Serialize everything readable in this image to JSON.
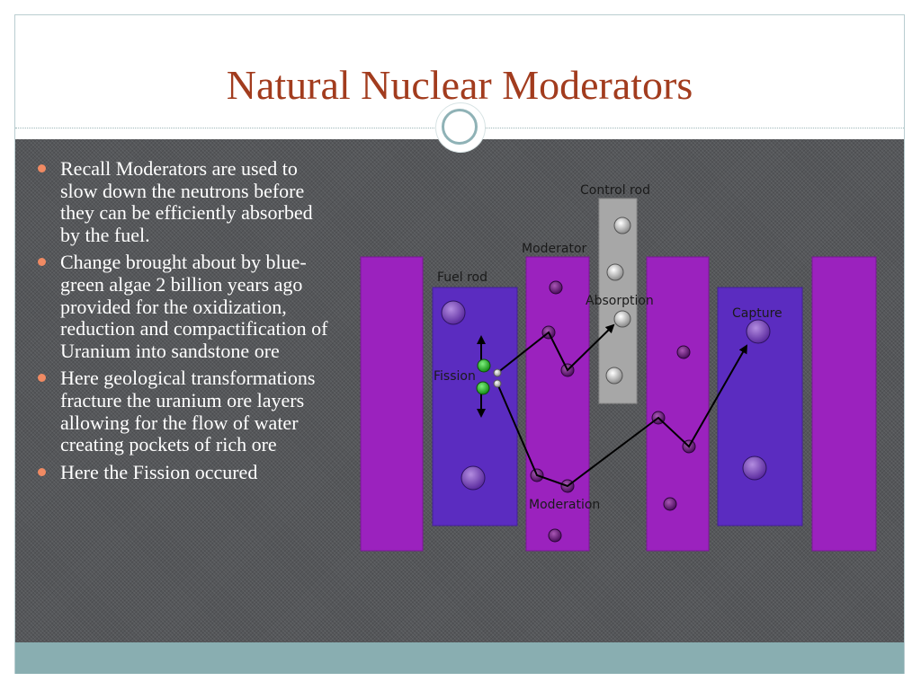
{
  "slide": {
    "title": "Natural Nuclear Moderators",
    "bullets": [
      "Recall Moderators are used to slow down the neutrons before they can be efficiently absorbed by the fuel.",
      "Change brought about by blue-green algae 2 billion years ago provided for the oxidization, reduction and compactification of Uranium into sandstone ore",
      "Here geological transformations fracture the uranium ore layers allowing for the flow of water creating pockets of rich ore",
      "Here the Fission occured"
    ]
  },
  "diagram": {
    "labels": {
      "control_rod": "Control rod",
      "moderator": "Moderator",
      "fuel_rod": "Fuel rod",
      "absorption": "Absorption",
      "capture": "Capture",
      "fission": "Fission",
      "moderation": "Moderation"
    },
    "colors": {
      "moderator": "#9b22be",
      "fuel": "#5b2cc0",
      "control_rod": "#a7a7a7",
      "bullet": "#f08a63",
      "title": "#a23c1e"
    }
  }
}
